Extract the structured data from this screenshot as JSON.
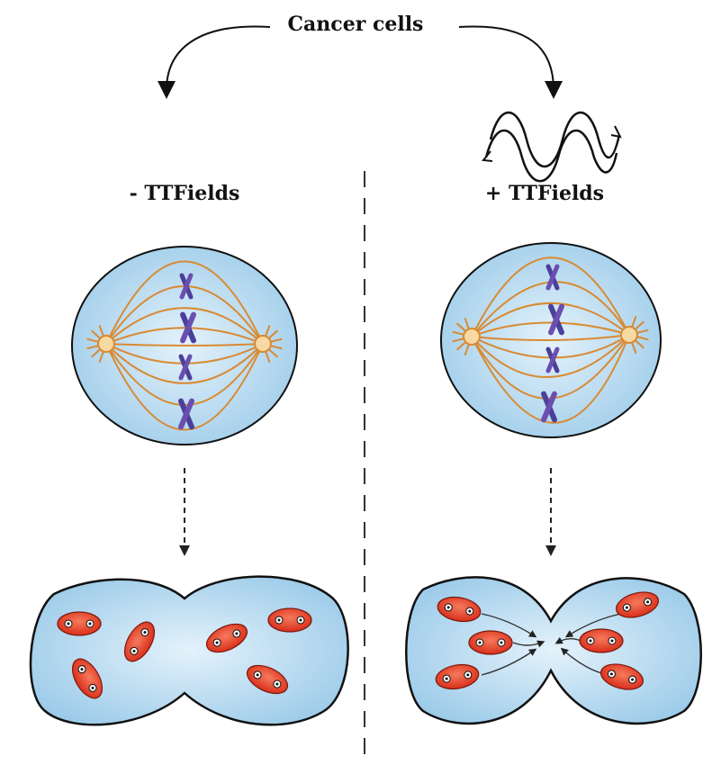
{
  "title": "Cancer cells",
  "left_label": "- TTFields",
  "right_label": "+ TTFields",
  "colors": {
    "cell_fill": "#a9d3ee",
    "cell_fill_light": "#e4f2fb",
    "spindle": "#d98a32",
    "centrosome": "#f7d9a3",
    "chromosome": "#4b3f9a",
    "organelle": "#e8402a",
    "organelle_light": "#f7a58a",
    "outline": "#111111"
  },
  "icons": {
    "wave": "electric-field-wave-icon",
    "arrow": "curved-arrow-icon"
  }
}
